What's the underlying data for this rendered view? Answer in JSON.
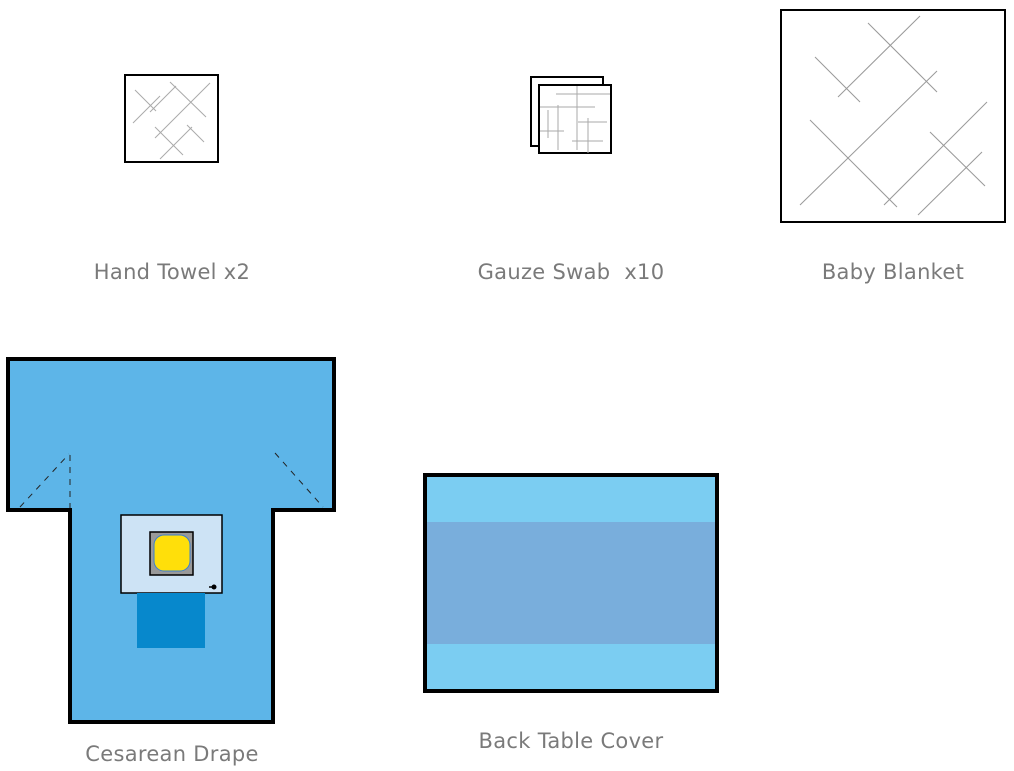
{
  "items": [
    {
      "label": "Hand Towel x2",
      "icon": "hand-towel-icon"
    },
    {
      "label": "Gauze Swab  x10",
      "icon": "gauze-swab-icon"
    },
    {
      "label": "Baby Blanket",
      "icon": "baby-blanket-icon"
    },
    {
      "label": "Cesarean Drape",
      "icon": "cesarean-drape-icon"
    },
    {
      "label": "Back Table Cover",
      "icon": "back-table-cover-icon"
    }
  ],
  "colors": {
    "drape": "#5db5e8",
    "drape_window": "#cde3f5",
    "drape_pouch": "#0788cc",
    "incise_yellow": "#ffdf0a",
    "table_cover": "#7bcdf2",
    "table_band": "#79aedc",
    "label": "#7a7a7a"
  }
}
